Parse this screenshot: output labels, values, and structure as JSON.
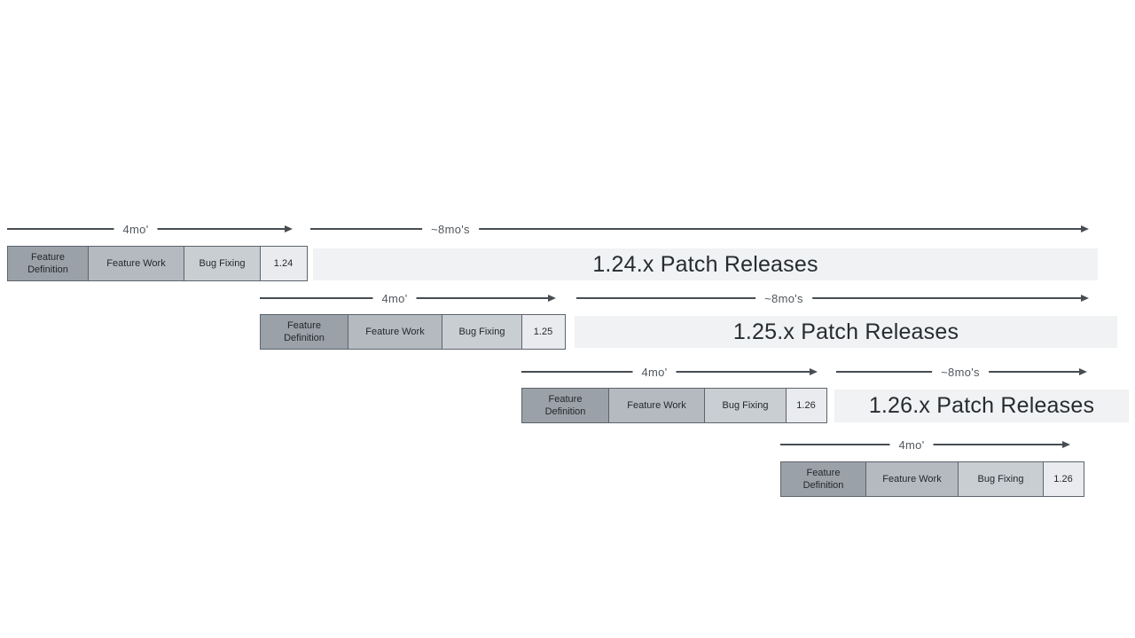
{
  "colors": {
    "feature_definition_bg": "#9aa1a8",
    "feature_work_bg": "#b4bac0",
    "bug_fixing_bg": "#c9ced3",
    "version_bg": "#e9ebee",
    "patch_bar_bg": "#f1f2f4",
    "box_border": "#5d646b",
    "arrow": "#474d52",
    "label_text": "#50575e",
    "box_text": "#24282c",
    "patch_text": "#272c31"
  },
  "rows": [
    {
      "four_mo": "4mo'",
      "eight_mo": "~8mo's",
      "feature_definition": "Feature Definition",
      "feature_work": "Feature Work",
      "bug_fixing": "Bug Fixing",
      "version": "1.24",
      "patch_label": "1.24.x Patch Releases"
    },
    {
      "four_mo": "4mo'",
      "eight_mo": "~8mo's",
      "feature_definition": "Feature Definition",
      "feature_work": "Feature Work",
      "bug_fixing": "Bug Fixing",
      "version": "1.25",
      "patch_label": "1.25.x Patch Releases"
    },
    {
      "four_mo": "4mo'",
      "eight_mo": "~8mo's",
      "feature_definition": "Feature Definition",
      "feature_work": "Feature Work",
      "bug_fixing": "Bug Fixing",
      "version": "1.26",
      "patch_label": "1.26.x Patch Releases"
    },
    {
      "four_mo": "4mo'",
      "feature_definition": "Feature Definition",
      "feature_work": "Feature Work",
      "bug_fixing": "Bug Fixing",
      "version": "1.26"
    }
  ]
}
